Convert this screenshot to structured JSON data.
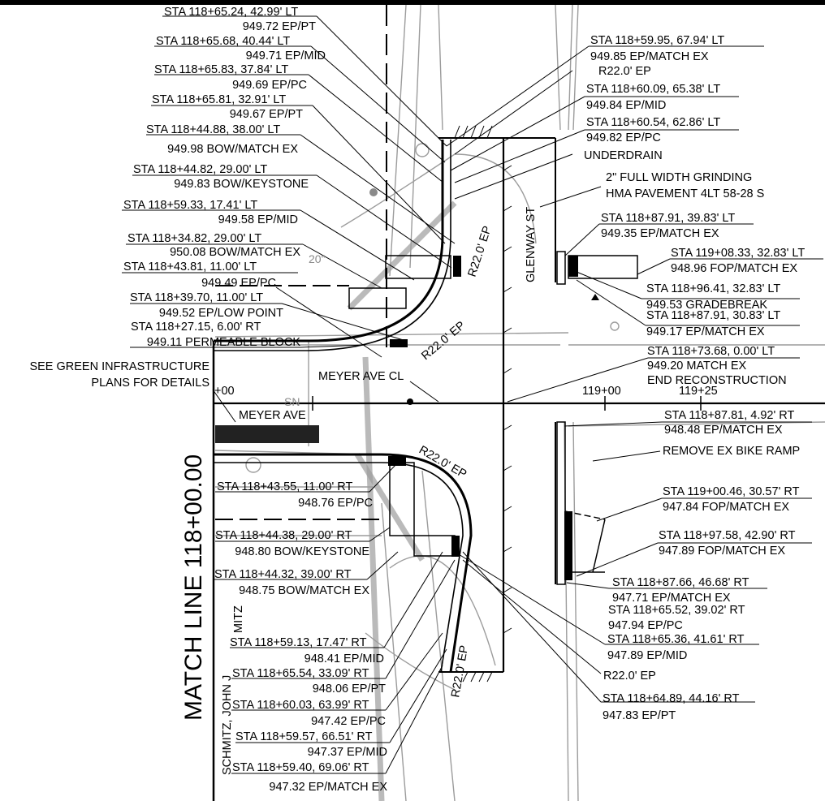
{
  "labels_left": [
    "STA 118+65.24, 42.99' LT",
    "949.72 EP/PT",
    "STA 118+65.68, 40.44' LT",
    "949.71 EP/MID",
    "STA 118+65.83, 37.84' LT",
    "949.69 EP/PC",
    "STA 118+65.81, 32.91' LT",
    "949.67 EP/PT",
    "STA 118+44.88, 38.00' LT",
    "949.98 BOW/MATCH EX",
    "STA 118+44.82, 29.00' LT",
    "949.83 BOW/KEYSTONE",
    "STA 118+59.33, 17.41' LT",
    "949.58 EP/MID",
    "STA 118+34.82, 29.00' LT",
    "950.08 BOW/MATCH EX",
    "STA 118+43.81, 11.00' LT",
    "949.49 EP/PC",
    "STA 118+39.70, 11.00' LT",
    "949.52 EP/LOW POINT",
    "STA 118+27.15, 6.00' RT",
    "949.11 PERMEABLE BLOCK",
    "SEE GREEN INFRASTRUCTURE",
    "PLANS FOR DETAILS"
  ],
  "labels_right": [
    "STA 118+59.95, 67.94' LT",
    "949.85 EP/MATCH EX",
    "R22.0' EP",
    "STA 118+60.09, 65.38' LT",
    "949.84 EP/MID",
    "STA 118+60.54, 62.86' LT",
    "949.82 EP/PC",
    "UNDERDRAIN",
    "2\" FULL WIDTH GRINDING",
    "HMA PAVEMENT 4LT 58-28 S",
    "STA 118+87.91, 39.83' LT",
    "949.35 EP/MATCH EX",
    "STA 119+08.33, 32.83' LT",
    "948.96 FOP/MATCH EX",
    "STA 118+96.41, 32.83' LT",
    "949.53 GRADEBREAK",
    "STA 118+87.91, 30.83' LT",
    "949.17 EP/MATCH EX",
    "STA 118+73.68, 0.00' LT",
    "949.20 MATCH EX",
    "END RECONSTRUCTION",
    "STA 118+87.81, 4.92' RT",
    "948.48 EP/MATCH EX",
    "REMOVE EX BIKE RAMP",
    "STA 119+00.46, 30.57' RT",
    "947.84 FOP/MATCH EX",
    "STA 118+97.58, 42.90' RT",
    "947.89 FOP/MATCH EX",
    "STA 118+87.66, 46.68' RT",
    "947.71 EP/MATCH EX",
    "STA 118+65.52, 39.02' RT",
    "947.94 EP/PC",
    "STA 118+65.36, 41.61' RT",
    "947.89 EP/MID",
    "R22.0' EP",
    "STA 118+64.89, 44.16' RT",
    "947.83 EP/PT"
  ],
  "labels_bottom_left": [
    "STA 118+43.55, 11.00' RT",
    "948.76 EP/PC",
    "STA 118+44.38, 29.00' RT",
    "948.80 BOW/KEYSTONE",
    "STA 118+44.32, 39.00' RT",
    "948.75 BOW/MATCH EX",
    "STA 118+59.13, 17.47' RT",
    "948.41 EP/MID",
    "STA 118+65.54, 33.09' RT",
    "948.06 EP/PT",
    "STA 118+60.03, 63.99' RT",
    "947.42 EP/PC",
    "STA 118+59.57, 66.51' RT",
    "947.37 EP/MID",
    "STA 118+59.40, 69.06' RT",
    "947.32 EP/MATCH EX"
  ],
  "centerline": {
    "label": "MEYER AVE CL",
    "sta_start": "+00",
    "sta_119": "119+00",
    "sta_11925": "119+25"
  },
  "streets": {
    "meyer": "MEYER AVE",
    "glenway": "GLENWAY ST"
  },
  "curves": {
    "upper": "R22.0' EP",
    "lower": "R22.0' EP",
    "lower2": "R22.0' EP",
    "upper2": "R22.0' EP"
  },
  "match_line": "MATCH LINE 118+00.00",
  "owner": "SCHMITZ, JOHN J",
  "owner2": "MITZ",
  "misc": {
    "dim20": "20\"",
    "sn": "SN"
  }
}
